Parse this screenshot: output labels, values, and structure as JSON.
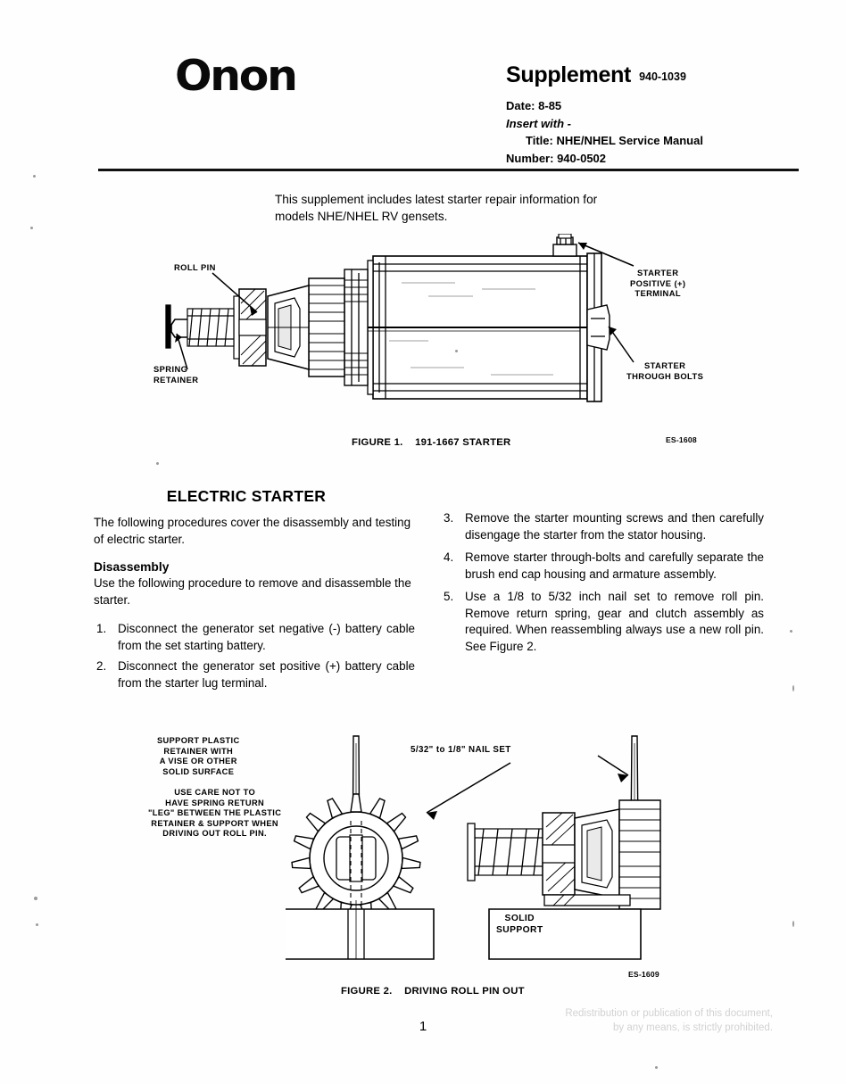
{
  "header": {
    "logo_text": "Onon",
    "supplement_label": "Supplement",
    "supplement_number": "940-1039",
    "date_label": "Date:",
    "date_value": "8-85",
    "insert_with_label": "Insert with -",
    "title_label": "Title:",
    "title_value": "NHE/NHEL Service Manual",
    "number_label": "Number:",
    "number_value": "940-0502"
  },
  "intro": {
    "text": "This supplement includes latest starter repair information for models NHE/NHEL RV gensets."
  },
  "figure1": {
    "caption_number": "FIGURE 1.",
    "caption_title": "191-1667 STARTER",
    "drawing_number": "ES-1608",
    "callouts": {
      "roll_pin": "ROLL PIN",
      "spring_retainer_line1": "SPRING",
      "spring_retainer_line2": "RETAINER",
      "starter_positive_line1": "STARTER",
      "starter_positive_line2": "POSITIVE (+)",
      "starter_positive_line3": "TERMINAL",
      "through_bolts_line1": "STARTER",
      "through_bolts_line2": "THROUGH BOLTS"
    }
  },
  "electric_starter": {
    "heading": "ELECTRIC STARTER",
    "intro_paragraph": "The following procedures cover the disassembly and testing of electric starter.",
    "disassembly_heading": "Disassembly",
    "disassembly_paragraph": "Use the following procedure to remove and disassemble the starter.",
    "steps_left": [
      {
        "num": "1.",
        "text": "Disconnect the generator set negative (-) battery cable from the set starting battery."
      },
      {
        "num": "2.",
        "text": "Disconnect the generator set positive (+) battery cable from the starter lug terminal."
      }
    ],
    "steps_right": [
      {
        "num": "3.",
        "text": "Remove the starter mounting screws and then carefully disengage the starter from the stator housing."
      },
      {
        "num": "4.",
        "text": "Remove starter through-bolts and carefully separate the brush end cap housing and armature assembly."
      },
      {
        "num": "5.",
        "text": "Use a 1/8 to 5/32 inch nail set to remove roll pin. Remove return spring, gear and clutch assembly as required. When reassembling always use a new roll pin. See Figure 2."
      }
    ]
  },
  "figure2": {
    "caption_number": "FIGURE 2.",
    "caption_title": "DRIVING ROLL PIN OUT",
    "drawing_number": "ES-1609",
    "note1": [
      "SUPPORT PLASTIC",
      "RETAINER WITH",
      "A VISE OR OTHER",
      "SOLID SURFACE"
    ],
    "note2": [
      "USE CARE NOT TO",
      "HAVE SPRING RETURN",
      "\"LEG\" BETWEEN THE PLASTIC",
      "RETAINER & SUPPORT WHEN",
      "DRIVING OUT ROLL PIN."
    ],
    "callouts": {
      "nail_set": "5/32\" to 1/8\" NAIL SET",
      "solid_support_line1": "SOLID",
      "solid_support_line2": "SUPPORT"
    }
  },
  "footer": {
    "page_number": "1",
    "watermark_line1": "Redistribution or publication of this document,",
    "watermark_line2": "by any means, is strictly prohibited."
  }
}
